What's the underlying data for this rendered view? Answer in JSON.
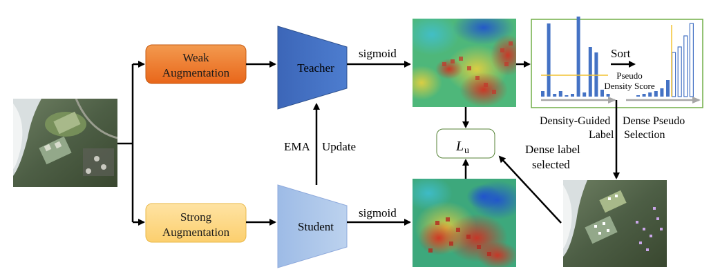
{
  "diagram": {
    "weak_aug": {
      "line1": "Weak",
      "line2": "Augmentation"
    },
    "strong_aug": {
      "line1": "Strong",
      "line2": "Augmentation"
    },
    "teacher": "Teacher",
    "student": "Student",
    "sigmoid_top": "sigmoid",
    "sigmoid_bottom": "sigmoid",
    "ema": {
      "left": "EMA",
      "right": "Update"
    },
    "loss": {
      "symbol": "L",
      "subscript": "u"
    },
    "dense_label": {
      "line1": "Dense label",
      "line2": "selected"
    },
    "selection": {
      "sort": "Sort",
      "pseudo_line1": "Pseudo",
      "pseudo_line2": "Density Score",
      "caption_left_1": "Density-Guided",
      "caption_left_2": "Label",
      "caption_right_1": "Dense Pseudo",
      "caption_right_2": "Selection"
    },
    "colors": {
      "weak_fill": "#f07a2a",
      "strong_fill": "#fdd98a",
      "teacher_fill": "#4472c4",
      "student_fill": "#a9c4e8",
      "panel_border": "#70ad47",
      "bar_fill": "#4472c4",
      "threshold": "#f2c230"
    }
  }
}
